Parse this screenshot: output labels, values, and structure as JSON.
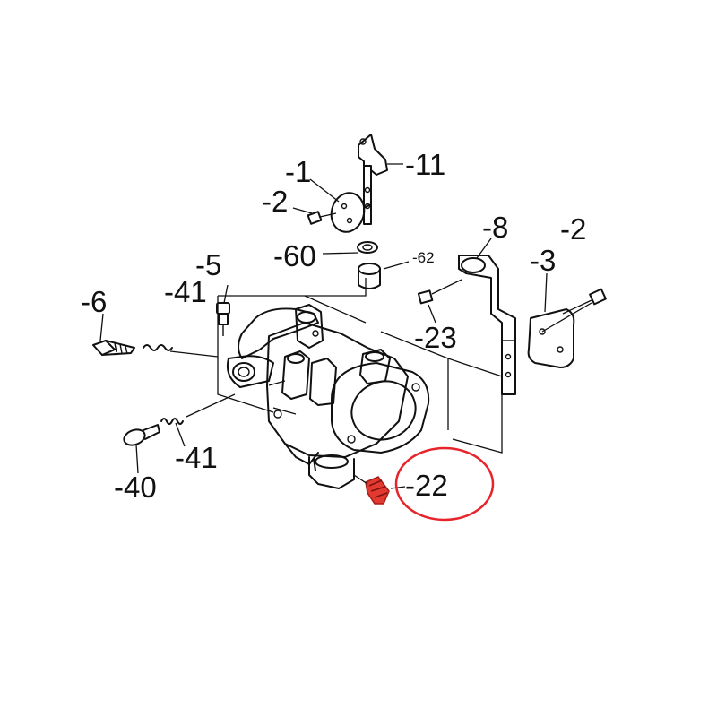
{
  "labels": {
    "l1": "-1",
    "l11": "-11",
    "l2a": "-2",
    "l8": "-8",
    "l2b": "-2",
    "l60": "-60",
    "l62": "-62",
    "l3": "-3",
    "l5": "-5",
    "l41a": "-41",
    "l6": "-6",
    "l23": "-23",
    "l41b": "-41",
    "l40": "-40",
    "l22": "-22"
  },
  "highlight": {
    "color": "#e8232a",
    "part": "-22"
  }
}
